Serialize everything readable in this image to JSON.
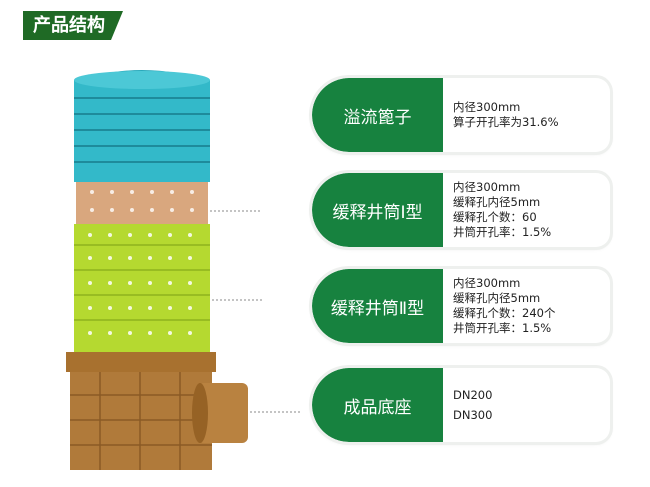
{
  "title": "产品结构",
  "cards": [
    {
      "label": "溢流篦子",
      "lines": [
        "内径300mm",
        "算子开孔率为31.6%"
      ]
    },
    {
      "label": "缓释井筒Ⅰ型",
      "lines": [
        "内径300mm",
        "缓释孔内径5mm",
        "缓释孔个数：60",
        "井筒开孔率：1.5%"
      ]
    },
    {
      "label": "缓释井筒Ⅱ型",
      "lines": [
        "内径300mm",
        "缓释孔内径5mm",
        "缓释孔个数：240个",
        "井筒开孔率：1.5%"
      ]
    },
    {
      "label": "成品底座",
      "lines": [
        "DN200",
        "DN300"
      ]
    }
  ],
  "colors": {
    "green": "#17823f",
    "cyan": "#33b9c9",
    "tan": "#d9a77e",
    "lime": "#b5d930",
    "brown": "#b07a3a"
  }
}
